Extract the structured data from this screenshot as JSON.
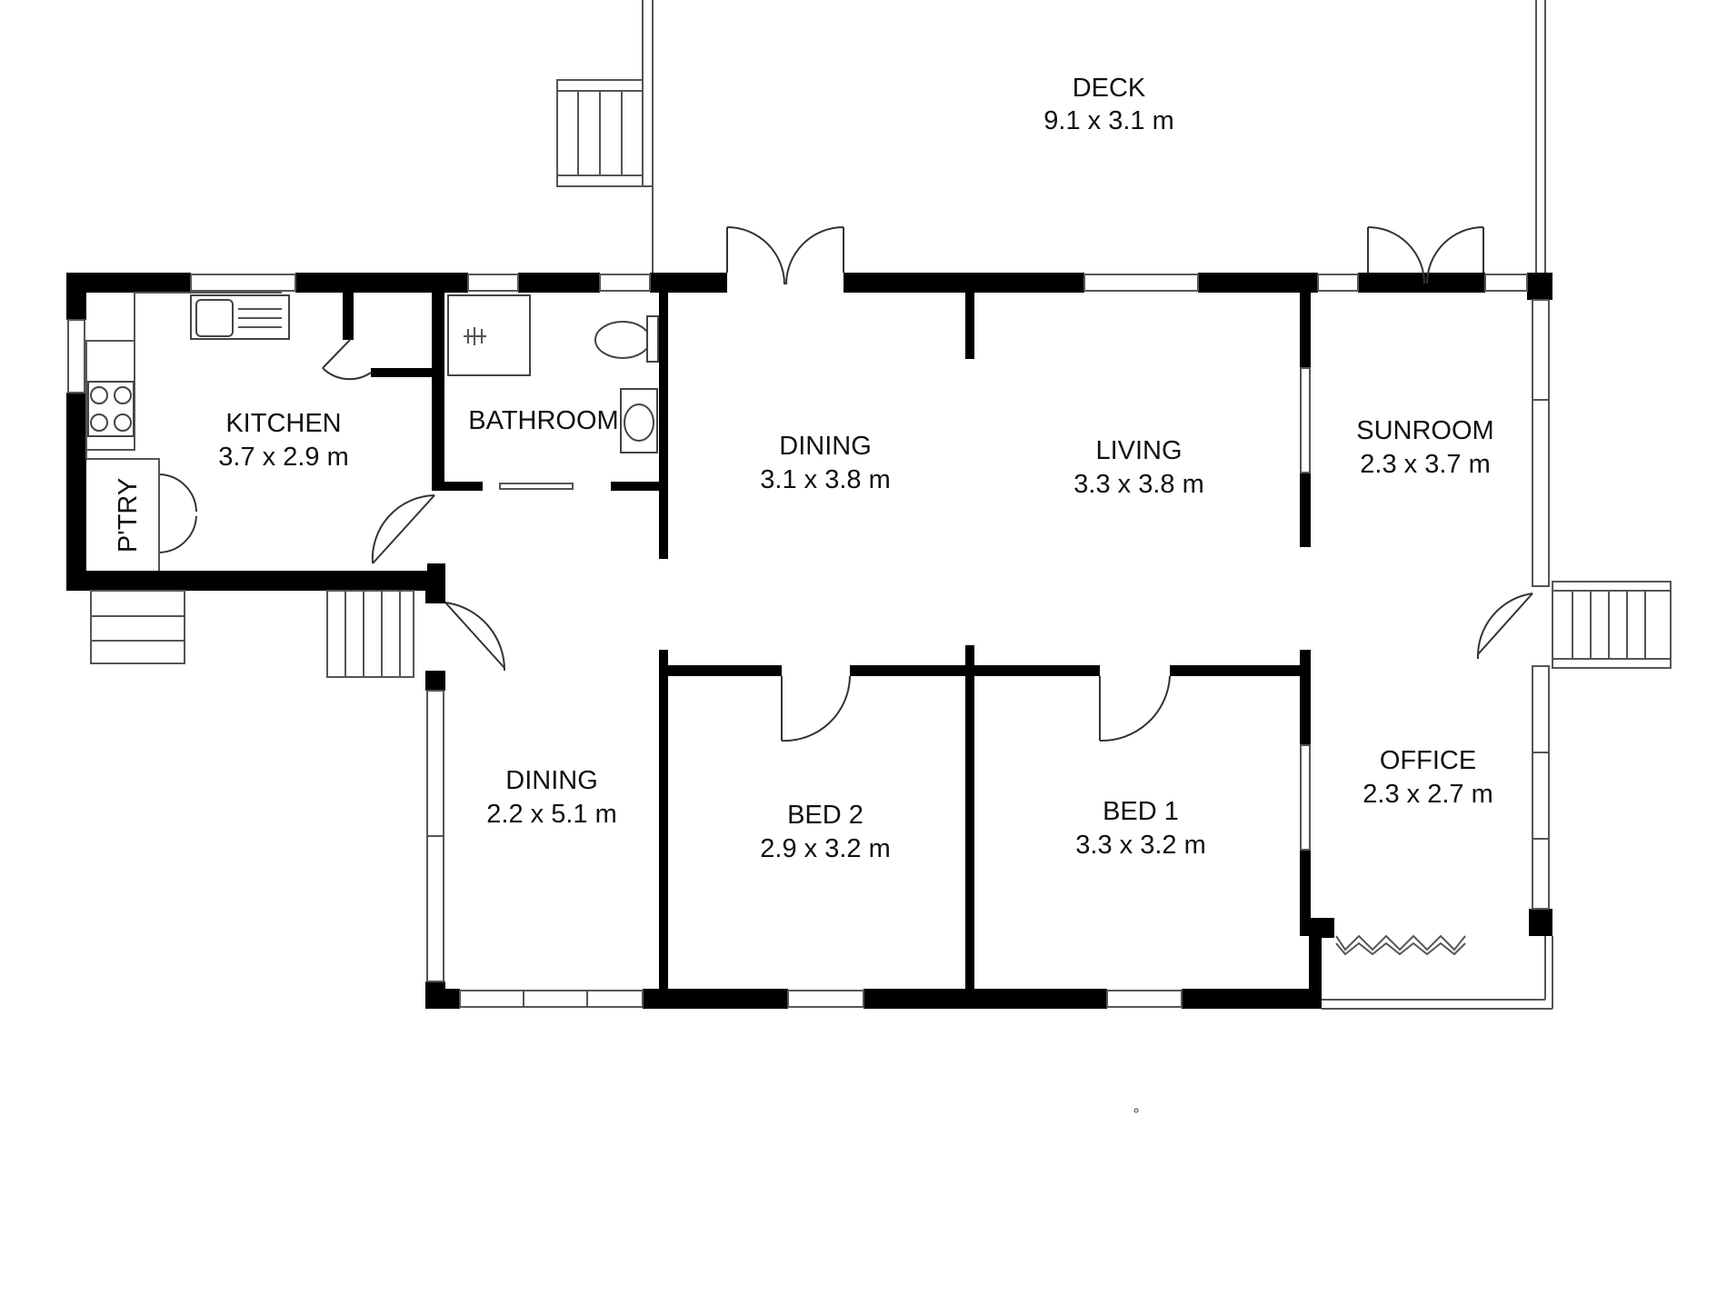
{
  "colors": {
    "wall": "#000000",
    "line": "#555555",
    "background": "#ffffff"
  },
  "rooms": {
    "deck": {
      "name": "DECK",
      "size": "9.1 x 3.1 m"
    },
    "kitchen": {
      "name": "KITCHEN",
      "size": "3.7 x 2.9 m"
    },
    "bathroom": {
      "name": "BATHROOM"
    },
    "dining_main": {
      "name": "DINING",
      "size": "3.1 x 3.8 m"
    },
    "living": {
      "name": "LIVING",
      "size": "3.3 x 3.8 m"
    },
    "sunroom": {
      "name": "SUNROOM",
      "size": "2.3 x 3.7 m"
    },
    "pantry": {
      "name": "P'TRY"
    },
    "dining_second": {
      "name": "DINING",
      "size": "2.2 x 5.1 m"
    },
    "bed2": {
      "name": "BED 2",
      "size": "2.9 x 3.2 m"
    },
    "bed1": {
      "name": "BED 1",
      "size": "3.3 x 3.2 m"
    },
    "office": {
      "name": "OFFICE",
      "size": "2.3 x 2.7 m"
    }
  }
}
